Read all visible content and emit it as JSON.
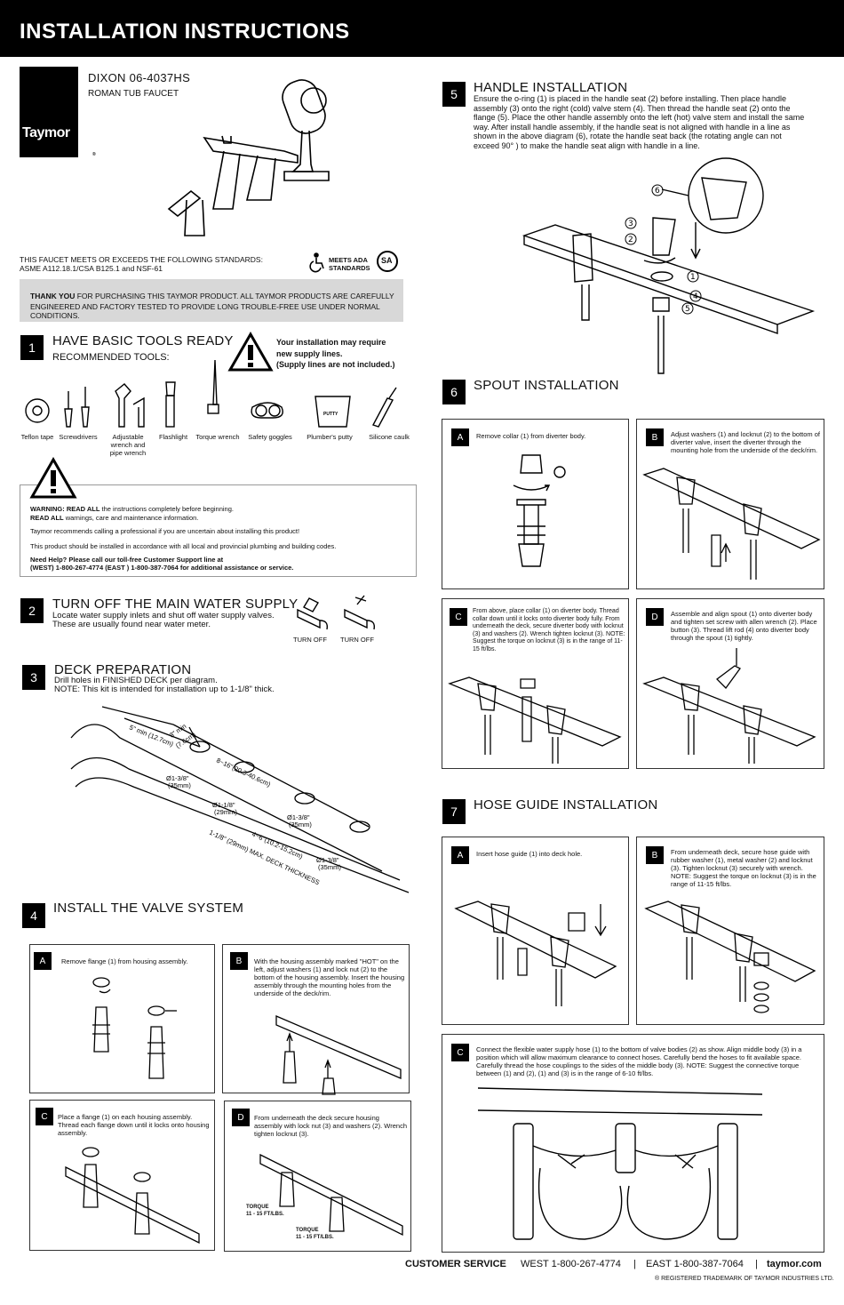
{
  "header": {
    "title": "INSTALLATION INSTRUCTIONS"
  },
  "brand": {
    "logo_text": "Taymor",
    "logo_mark": "®"
  },
  "product": {
    "model": "DIXON 06-4037HS",
    "name": "ROMAN TUB FAUCET"
  },
  "standards": {
    "line1": "THIS FAUCET MEETS OR EXCEEDS THE FOLLOWING STANDARDS:",
    "line2": "ASME A112.18.1/CSA B125.1 and NSF-61",
    "ada_line1": "MEETS ADA",
    "ada_line2": "STANDARDS",
    "csa_mark": "SA"
  },
  "thanks": {
    "bold": "THANK YOU",
    "line1": " FOR PURCHASING THIS TAYMOR PRODUCT. ALL TAYMOR PRODUCTS ARE  CAREFULLY",
    "line2": "ENGINEERED AND FACTORY TESTED TO PROVIDE LONG TROUBLE-FREE USE UNDER NORMAL CONDITIONS."
  },
  "step1": {
    "number": "1",
    "title": "HAVE BASIC TOOLS READY",
    "subtitle": "RECOMMENDED TOOLS:",
    "supply_note1": "Your installation may require",
    "supply_note2": "new supply lines.",
    "supply_note3": "(Supply lines are not included.)",
    "tools": [
      "Teflon tape",
      "Screwdrivers",
      "Adjustable wrench and pipe wrench",
      "Flashlight",
      "Torque wrench",
      "Safety goggles",
      "Plumber's putty",
      "Silicone caulk"
    ],
    "putty_label": "PUTTY"
  },
  "warning": {
    "line1_bold": "WARNING: READ ALL",
    "line1": " the instructions completely before beginning.",
    "line2_bold": "READ ALL",
    "line2": " warnings, care and maintenance information.",
    "line3": "Taymor recommends calling a professional if you are uncertain about installing this product!",
    "line4": "This product should be installed in accordance with all local and provincial plumbing and building codes.",
    "line5": "Need Help? Please call our toll-free Customer Support line at",
    "line6": "(WEST) 1-800-267-4774     (EAST ) 1-800-387-7064 for additional assistance or service."
  },
  "step2": {
    "number": "2",
    "title": "TURN OFF THE MAIN WATER SUPPLY",
    "text1": "Locate water supply inlets and shut off water supply valves.",
    "text2": "These are usually found near water meter.",
    "label_left": "TURN OFF",
    "label_right": "TURN OFF"
  },
  "step3": {
    "number": "3",
    "title": "DECK PREPARATION",
    "text1": "Drill holes in FINISHED DECK per diagram.",
    "text2": "NOTE: This kit is intended for installation up to 1-1/8\" thick.",
    "dims": {
      "d1": "5\" min (12.7cm)",
      "d2": "3\" min",
      "d2b": "(7.6cm)",
      "d3": "8~16\"(20.3-40.6cm)",
      "d4": "4~6\"(10.2-15.2cm)",
      "d5": "1-1/8\" (29mm) MAX. DECK THICKNESS",
      "h1a": "Ø1-3/8\"",
      "h1b": "(35mm)",
      "h2a": "Ø1-1/8\"",
      "h2b": "(29mm)",
      "h3a": "Ø1-3/8\"",
      "h3b": "(35mm)",
      "h4a": "Ø1-3/8\"",
      "h4b": "(35mm)"
    }
  },
  "step4": {
    "number": "4",
    "title": "INSTALL THE VALVE SYSTEM",
    "A": {
      "letter": "A",
      "text": "Remove flange (1) from housing assembly."
    },
    "B": {
      "letter": "B",
      "text": "With the housing assembly marked \"HOT\" on the left, adjust washers (1) and lock nut (2) to the bottom of the housing assembly. Insert the housing assembly through the mounting holes from the underside of the deck/rim."
    },
    "C": {
      "letter": "C",
      "text": "Place a flange (1) on each housing assembly. Thread each flange down until it locks onto housing assembly."
    },
    "D": {
      "letter": "D",
      "text": "From underneath the deck secure housing assembly with lock nut (3) and washers (2). Wrench tighten locknut (3).",
      "torque1": "TORQUE",
      "torque1b": "11 - 15 FT/LBS.",
      "torque2": "TORQUE",
      "torque2b": "11 - 15 FT/LBS."
    }
  },
  "step5": {
    "number": "5",
    "title": "HANDLE INSTALLATION",
    "text": "Ensure the o-ring (1) is placed in the handle seat (2) before installing. Then place handle assembly (3) onto the right (cold) valve stem (4). Then thread the handle seat (2) onto the flange (5). Place the other handle assembly onto the left (hot) valve stem and install the same way. After install handle assembly, if the handle seat is not aligned with handle in a line as shown in the above diagram (6), rotate the handle seat back (the rotating angle can not exceed 90° ) to make the handle seat align with handle in a line.",
    "callouts": [
      "6",
      "3",
      "2",
      "1",
      "4",
      "5"
    ]
  },
  "step6": {
    "number": "6",
    "title": "SPOUT INSTALLATION",
    "A": {
      "letter": "A",
      "text": "Remove collar (1) from diverter body."
    },
    "B": {
      "letter": "B",
      "text": "Adjust washers (1) and locknut (2) to the bottom of diverter valve, insert the diverter through the mounting hole from the underside of the deck/rim."
    },
    "C": {
      "letter": "C",
      "text": "From above, place collar (1) on diverter body. Thread collar down until it locks onto diverter body fully. From underneath the deck, secure diverter body with locknut (3) and washers (2). Wrench tighten locknut (3). NOTE: Suggest the torque on locknut (3) is in the range of 11-15 ft/lbs."
    },
    "D": {
      "letter": "D",
      "text": "Assemble and align spout (1) onto diverter body and tighten set screw with allen wrench (2). Place button (3). Thread lift rod (4) onto diverter body through the spout (1) tightly."
    }
  },
  "step7": {
    "number": "7",
    "title": "HOSE GUIDE INSTALLATION",
    "A": {
      "letter": "A",
      "text": "Insert hose guide (1) into deck hole."
    },
    "B": {
      "letter": "B",
      "text": "From underneath deck, secure hose guide with rubber washer (1), metal washer (2) and locknut (3). Tighten locknut (3) securely with wrench. NOTE: Suggest the torque on locknut (3) is in the range of 11-15 ft/lbs."
    },
    "C": {
      "letter": "C",
      "text": "Connect the flexible water supply hose (1) to the bottom of valve bodies (2) as show. Align middle body (3) in a position which will allow maximum clearance to connect hoses. Carefully bend the hoses to fit available space. Carefully thread the hose couplings to the sides of the middle body (3). NOTE: Suggest the connective torque between (1) and (2), (1) and (3) is in the range of 6-10 ft/lbs."
    }
  },
  "footer": {
    "label": "CUSTOMER SERVICE",
    "west": "WEST 1-800-267-4774",
    "sep1": "|",
    "east": "EAST 1-800-387-7064",
    "sep2": "|",
    "site": "taymor.com",
    "trademark": "® REGISTERED TRADEMARK OF TAYMOR INDUSTRIES LTD."
  }
}
